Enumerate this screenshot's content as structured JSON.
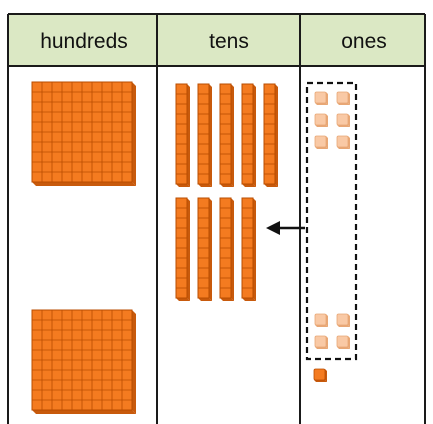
{
  "table": {
    "header_bg": "#dbe8c4",
    "border": "#1a1a1a",
    "columns": [
      {
        "key": "hundreds",
        "label": "hundreds"
      },
      {
        "key": "tens",
        "label": "tens"
      },
      {
        "key": "ones",
        "label": "ones"
      }
    ]
  },
  "blocks": {
    "hundreds_flats": 2,
    "tens_rods": 9,
    "ones_cubes_grouped_faded": 10,
    "ones_cubes_remaining": 1,
    "arrow_icon": "arrow-left-icon",
    "group_outline": "dashed-rectangle",
    "colors": {
      "block_fill": "#f47b20",
      "block_line": "#b94c00",
      "block_dark": "#c85a0c",
      "faded_fill": "#f9c9a5",
      "faded_line": "#e8a775"
    }
  }
}
